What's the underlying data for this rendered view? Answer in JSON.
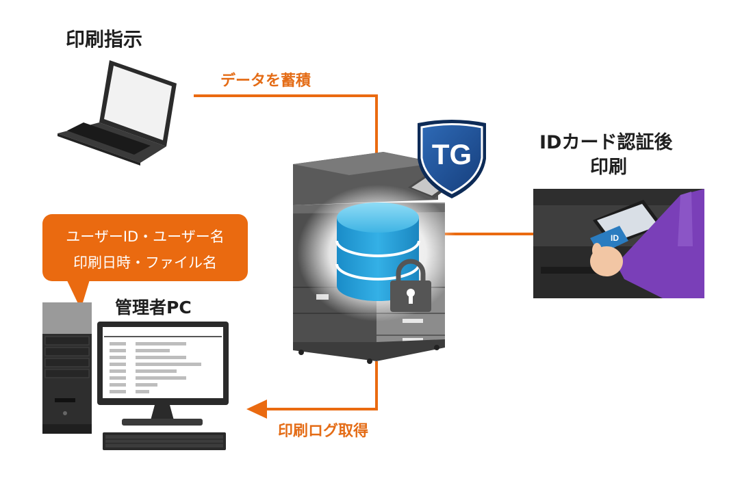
{
  "labels": {
    "print_instruction": "印刷指示",
    "store_data": "データを蓄積",
    "id_card_print_line1": "IDカード認証後",
    "id_card_print_line2": "印刷",
    "admin_pc": "管理者PC",
    "print_log": "印刷ログ取得"
  },
  "bubble": {
    "line1": "ユーザーID・ユーザー名",
    "line2": "印刷日時・ファイル名"
  },
  "badges": {
    "shield_text": "TG",
    "id_card_text": "ID"
  },
  "colors": {
    "accent_orange": "#ea6a10",
    "shield_blue": "#1d4e96",
    "database_blue": "#2aa2d8",
    "arm_purple": "#7a3fb8"
  }
}
